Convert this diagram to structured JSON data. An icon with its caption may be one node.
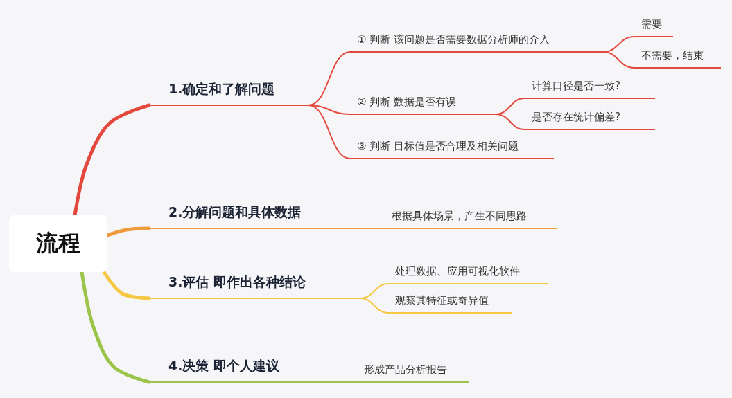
{
  "diagram": {
    "nodes": [
      {
        "text": [
          "流程"
        ]
      },
      {
        "text": [
          "1.确定和了解问题"
        ]
      },
      {
        "text": [
          "① 判断 该问题是否需要数据分析师的介入"
        ]
      },
      {
        "text": [
          "需要"
        ]
      },
      {
        "text": [
          "不需要，结束"
        ]
      },
      {
        "text": [
          "② 判断 数据是否有误"
        ]
      },
      {
        "text": [
          "计算口径是否一致?"
        ]
      },
      {
        "text": [
          "是否存在统计偏差?"
        ]
      },
      {
        "text": [
          "③ 判断 目标值是否合理及相关问题"
        ]
      },
      {
        "text": [
          "2.分解问题和具体数据"
        ]
      },
      {
        "text": [
          "根据具体场景，产生不同思路"
        ]
      },
      {
        "text": [
          "3.评估 即作出各种结论"
        ]
      },
      {
        "text": [
          "处理数据、应用可视化软件"
        ]
      },
      {
        "text": [
          "观察其特征或奇异值"
        ]
      },
      {
        "text": [
          "4.决策 即个人建议"
        ]
      },
      {
        "text": [
          "形成产品分析报告"
        ]
      }
    ],
    "edges": [
      {
        "from": 0,
        "to": 1,
        "arrow": "none",
        "style": "thick"
      },
      {
        "from": 1,
        "to": 2,
        "arrow": "none"
      },
      {
        "from": 2,
        "to": 3,
        "arrow": "none"
      },
      {
        "from": 2,
        "to": 4,
        "arrow": "none"
      },
      {
        "from": 1,
        "to": 5,
        "arrow": "none"
      },
      {
        "from": 5,
        "to": 6,
        "arrow": "none"
      },
      {
        "from": 5,
        "to": 7,
        "arrow": "none"
      },
      {
        "from": 1,
        "to": 8,
        "arrow": "none"
      },
      {
        "from": 0,
        "to": 9,
        "arrow": "none",
        "style": "thick",
        "color": "#ef9a3c"
      },
      {
        "from": 9,
        "to": 10,
        "arrow": "none",
        "color": "#ef9a3c"
      },
      {
        "from": 0,
        "to": 11,
        "arrow": "none",
        "style": "thick",
        "color": "#f5c743"
      },
      {
        "from": 11,
        "to": 12,
        "arrow": "none",
        "color": "#f5c743"
      },
      {
        "from": 11,
        "to": 13,
        "arrow": "none",
        "color": "#f5c743"
      },
      {
        "from": 0,
        "to": 14,
        "arrow": "none",
        "style": "thick",
        "color": "#9cc44b"
      },
      {
        "from": 14,
        "to": 15,
        "arrow": "none",
        "color": "#9cc44b"
      }
    ]
  }
}
